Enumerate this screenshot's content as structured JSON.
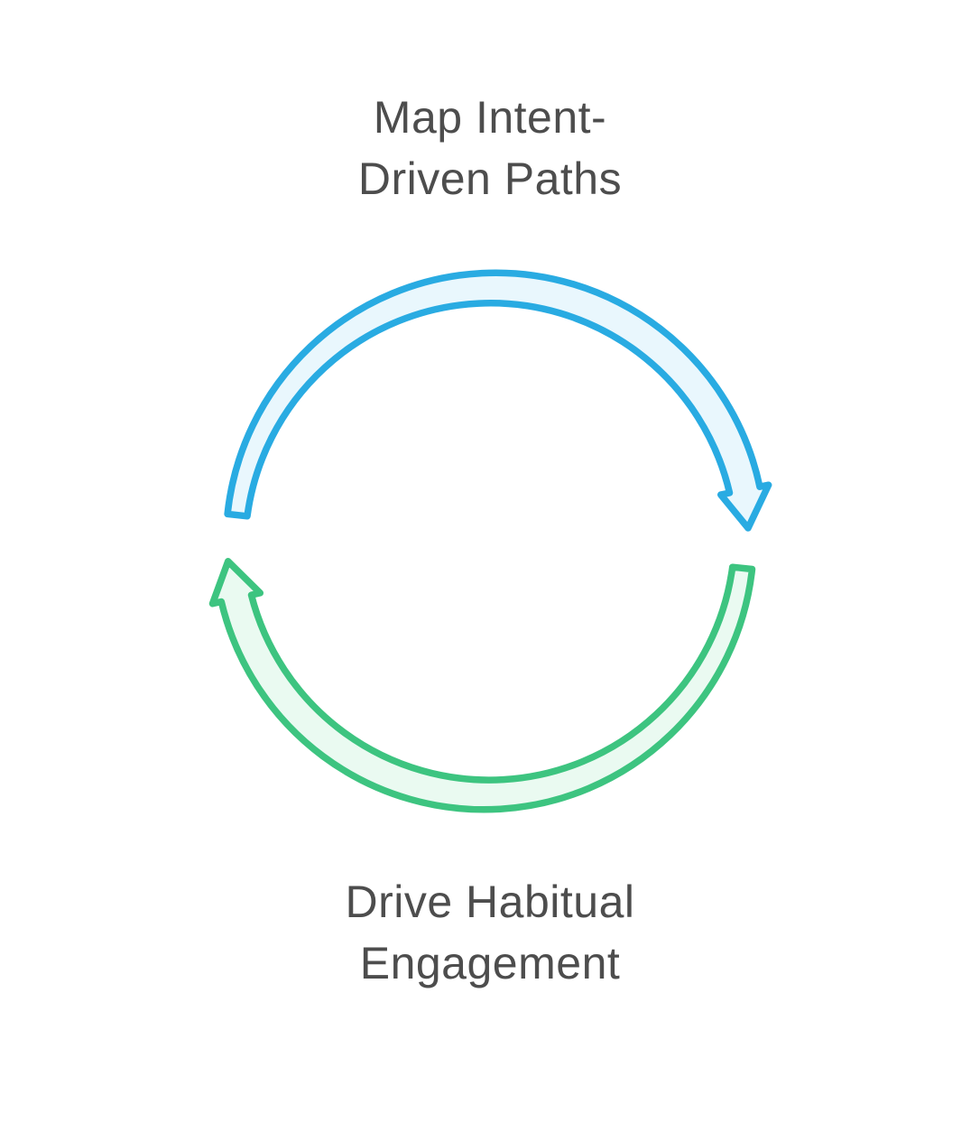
{
  "diagram": {
    "type": "cycle",
    "top_label": {
      "line1": "Map Intent-",
      "line2": "Driven Paths"
    },
    "bottom_label": {
      "line1": "Drive Habitual",
      "line2": "Engagement"
    },
    "steps": [
      "Map Intent-Driven Paths",
      "Drive Habitual Engagement"
    ],
    "arrows": [
      {
        "icon": "curved-arrow-clockwise-top-icon",
        "color": "blue"
      },
      {
        "icon": "curved-arrow-clockwise-bottom-icon",
        "color": "green"
      }
    ]
  },
  "colors": {
    "blue_stroke": "#29abe2",
    "blue_fill": "#e9f7fd",
    "green_stroke": "#3dc480",
    "green_fill": "#eafaf1",
    "text": "#4d4d4d",
    "background": "#ffffff"
  }
}
